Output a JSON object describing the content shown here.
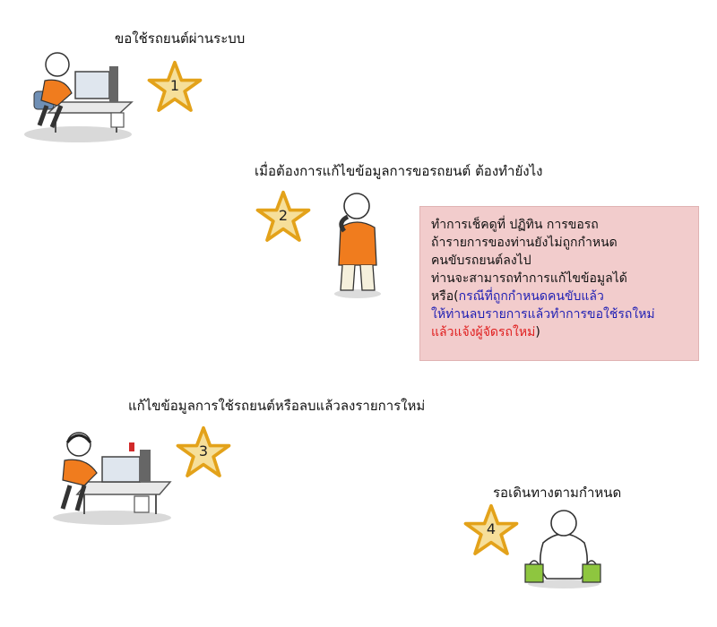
{
  "steps": [
    {
      "number": "1",
      "title": "ขอใช้รถยนต์ผ่านระบบ"
    },
    {
      "number": "2",
      "title": "เมื่อต้องการแก้ไขข้อมูลการขอรถยนต์ ต้องทำยังไง"
    },
    {
      "number": "3",
      "title": "แก้ไขข้อมูลการใช้รถยนต์หรือลบแล้วลงรายการใหม่"
    },
    {
      "number": "4",
      "title": "รอเดินทางตามกำหนด"
    }
  ],
  "note": {
    "line1": "ทำการเช็คดูที่ ปฏิทิน การขอรถ",
    "line2": "ถ้ารายการของท่านยังไม่ถูกกำหนด",
    "line3": "คนขับรถยนต์ลงไป",
    "line4": "ท่านจะสามารถทำการแก้ไขข้อมูลได้",
    "line5_prefix": "หรือ(",
    "line5_blue": "กรณีที่ถูกกำหนดคนขับแล้ว",
    "line6_blue": "ให้ท่านลบรายการแล้วทำการขอใช้รถใหม่",
    "line7_red": "แล้วแจ้งผู้จัดรถใหม่",
    "line7_suffix": ")"
  },
  "colors": {
    "star_fill": "#f6df9a",
    "star_stroke": "#e3a21a",
    "shirt": "#f07c1e",
    "note_bg": "#f2cccc",
    "blue_text": "#1f1fb4",
    "red_text": "#e01e1e"
  }
}
